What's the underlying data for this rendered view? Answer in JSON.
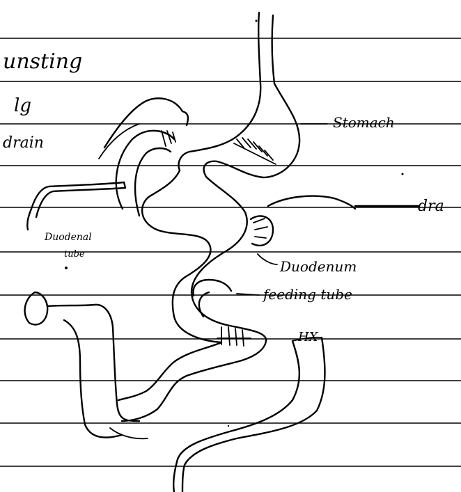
{
  "notes": {
    "fragment_1": "unsting",
    "fragment_2": "lg",
    "fragment_3": "dra"
  },
  "labels": {
    "stomach": "Stomach",
    "drain": "drain",
    "duodenal_tube": "Duodenal",
    "duodenal_tube_2": "tube",
    "duodenum": "Duodenum",
    "feeding_tube": "feeding tube",
    "hx": "HX"
  }
}
